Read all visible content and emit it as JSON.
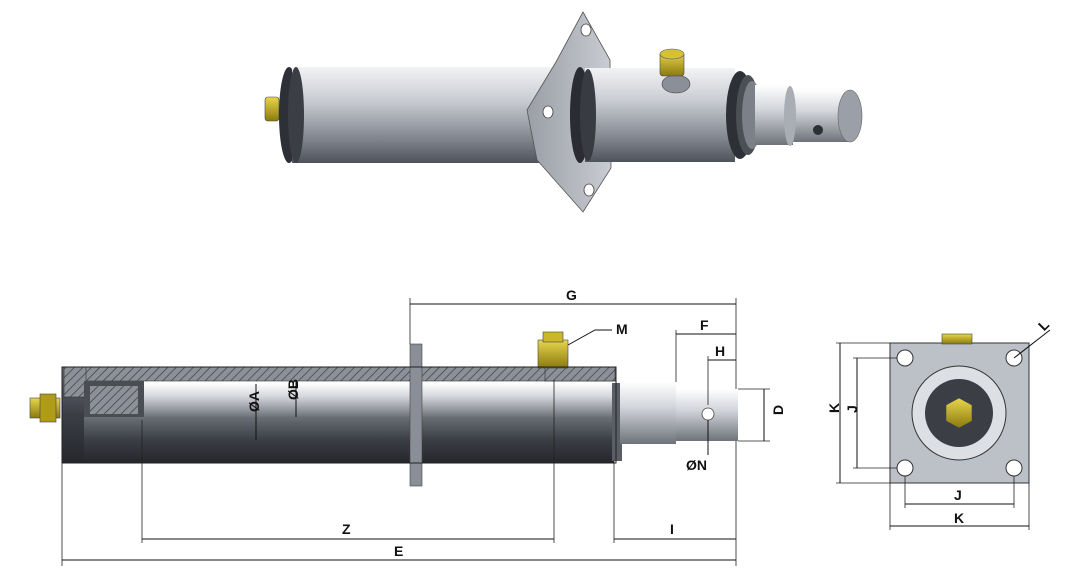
{
  "labels": {
    "G": "G",
    "F": "F",
    "H": "H",
    "M": "M",
    "D": "D",
    "A": "ØA",
    "B": "ØB",
    "N": "ØN",
    "Z": "Z",
    "I": "I",
    "E": "E",
    "K_top": "K",
    "J_top": "J",
    "K_side": "K",
    "J_side": "J",
    "L": "L"
  },
  "colors": {
    "metal_dark": "#3a3d44",
    "metal_mid": "#9ea3ab",
    "metal_light": "#e6e8ec",
    "fitting": "#b8a21a",
    "line": "#111111"
  }
}
